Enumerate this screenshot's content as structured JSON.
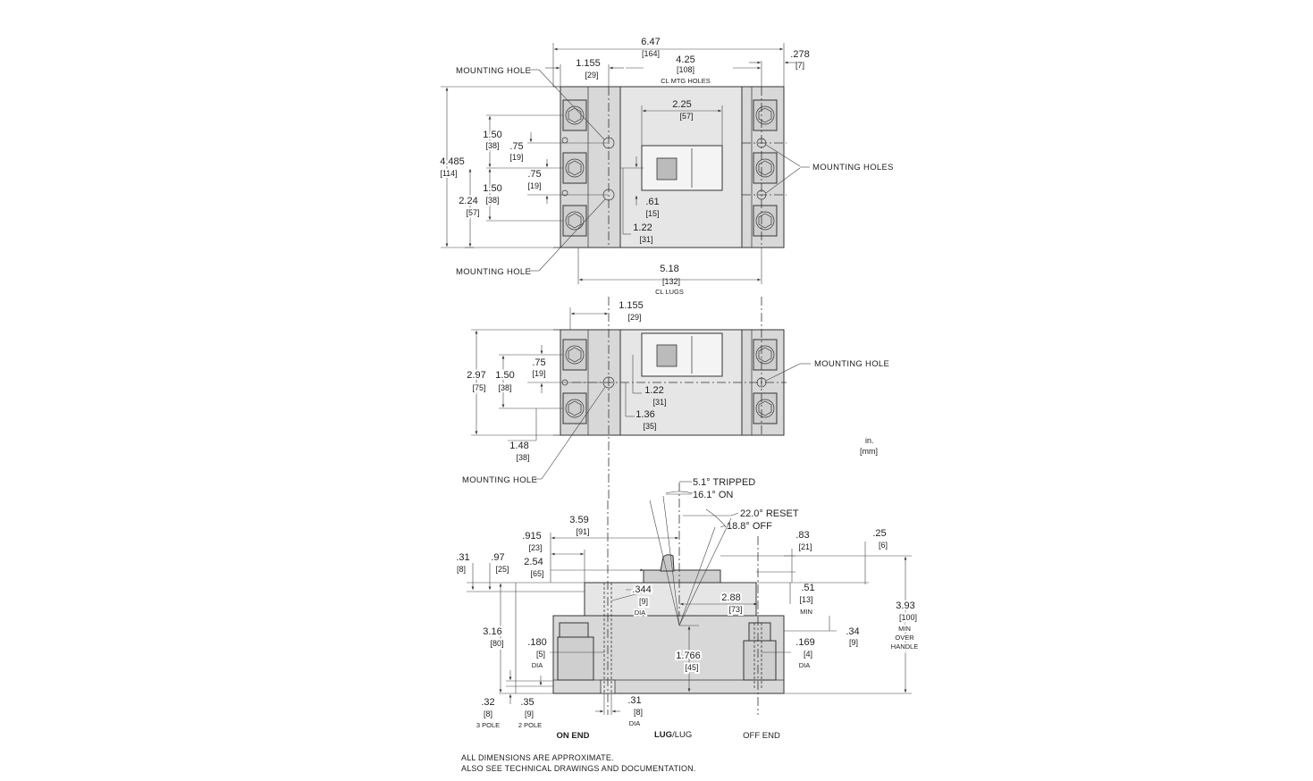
{
  "views": {
    "top": {
      "overall_width": "6.47",
      "overall_width_mm": "[164]",
      "mtg_dim_1": "1.155",
      "mtg_dim_1_mm": "[29]",
      "cl_mtg_holes": "4.25",
      "cl_mtg_holes_mm": "[108]",
      "cl_mtg_holes_label": "CL MTG HOLES",
      "edge_dim": ".278",
      "edge_dim_mm": "[7]",
      "handle_width": "2.25",
      "handle_width_mm": "[57]",
      "height": "4.485",
      "height_mm": "[114]",
      "dim_150a": "1.50",
      "dim_150a_mm": "[38]",
      "dim_075a": ".75",
      "dim_075a_mm": "[19]",
      "dim_075b": ".75",
      "dim_075b_mm": "[19]",
      "dim_150b": "1.50",
      "dim_150b_mm": "[38]",
      "dim_224": "2.24",
      "dim_224_mm": "[57]",
      "dim_061": ".61",
      "dim_061_mm": "[15]",
      "dim_122": "1.22",
      "dim_122_mm": "[31]",
      "cl_lugs": "5.18",
      "cl_lugs_mm": "[132]",
      "cl_lugs_label": "CL LUGS",
      "label_mounting_hole_top": "MOUNTING HOLE",
      "label_mounting_hole_bottom": "MOUNTING HOLE",
      "label_mounting_holes": "MOUNTING HOLES"
    },
    "middle": {
      "dim_1155": "1.155",
      "dim_1155_mm": "[29]",
      "height": "2.97",
      "height_mm": "[75]",
      "dim_150": "1.50",
      "dim_150_mm": "[38]",
      "dim_075": ".75",
      "dim_075_mm": "[19]",
      "dim_122": "1.22",
      "dim_122_mm": "[31]",
      "dim_136": "1.36",
      "dim_136_mm": "[35]",
      "dim_148": "1.48",
      "dim_148_mm": "[38]",
      "label_mounting_hole_right": "MOUNTING HOLE",
      "label_mounting_hole_left": "MOUNTING HOLE",
      "units_in": "in.",
      "units_mm": "[mm]"
    },
    "side": {
      "tripped": "5.1° TRIPPED",
      "on": "16.1° ON",
      "reset": "22.0° RESET",
      "off": "18.8° OFF",
      "dim_359": "3.59",
      "dim_359_mm": "[91]",
      "dim_0915": ".915",
      "dim_0915_mm": "[23]",
      "dim_031cb": ".31",
      "dim_031cb_mm": "[8]",
      "dim_097": ".97",
      "dim_097_mm": "[25]",
      "dim_254": "2.54",
      "dim_254_mm": "[65]",
      "dim_0344": ".344",
      "dim_0344_mm": "[9]",
      "dim_0344_dia": "DIA",
      "dim_288": "2.88",
      "dim_288_mm": "[73]",
      "dim_083": ".83",
      "dim_083_mm": "[21]",
      "dim_025": ".25",
      "dim_025_mm": "[6]",
      "dim_051": ".51",
      "dim_051_mm": "[13]",
      "dim_051_min": "MIN",
      "dim_393": "3.93",
      "dim_393_mm": "[100]",
      "dim_393_note1": "MIN",
      "dim_393_note2": "OVER",
      "dim_393_note3": "HANDLE",
      "dim_034": ".34",
      "dim_034_mm": "[9]",
      "dim_316": "3.16",
      "dim_316_mm": "[80]",
      "dim_0180": ".180",
      "dim_0180_mm": "[5]",
      "dim_0180_dia": "DIA",
      "dim_1766": "1.766",
      "dim_1766_mm": "[45]",
      "dim_0169": ".169",
      "dim_0169_mm": "[4]",
      "dim_0169_dia": "DIA",
      "dim_032": ".32",
      "dim_032_mm": "[8]",
      "dim_032_note": "3 POLE",
      "dim_035": ".35",
      "dim_035_mm": "[9]",
      "dim_035_note": "2 POLE",
      "dim_031": ".31",
      "dim_031_mm": "[8]",
      "dim_031_dia": "DIA",
      "on_end": "ON END",
      "lug_bold": "LUG",
      "lug_rest": "/LUG",
      "off_end": "OFF END"
    }
  },
  "notes": {
    "line1": "ALL DIMENSIONS ARE APPROXIMATE.",
    "line2": "ALSO SEE TECHNICAL DRAWINGS AND DOCUMENTATION."
  }
}
